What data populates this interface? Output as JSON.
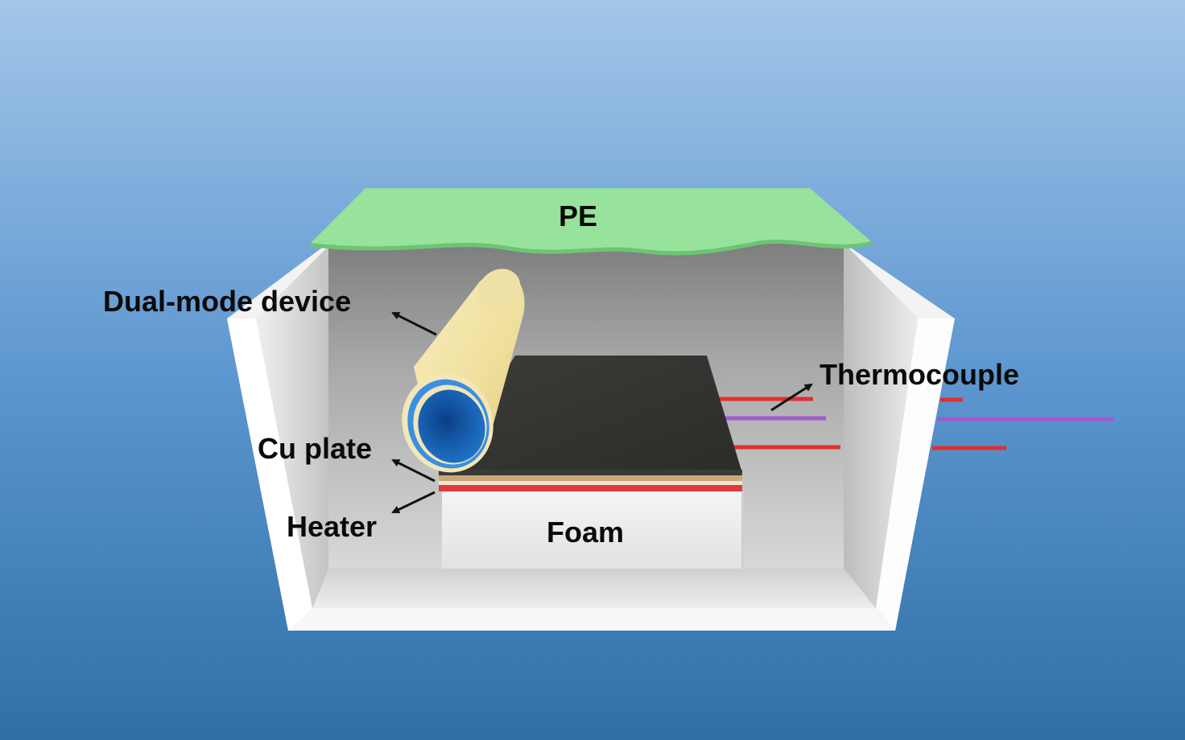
{
  "labels": {
    "pe": "PE",
    "dual_mode_device": "Dual-mode device",
    "cu_plate": "Cu plate",
    "heater": "Heater",
    "foam": "Foam",
    "thermocouple": "Thermocouple"
  },
  "colors": {
    "background_top": "#a3c6e8",
    "background_bottom": "#2f6fa8",
    "box_wall": "#f2f2f2",
    "box_interior": "#c9c9c9",
    "pe_film": "#98e39c",
    "device_shell": "#f1e2a2",
    "device_inner": "#1f6fc4",
    "black_layer": "#3a3b37",
    "cu_plate": "#c9a876",
    "heater": "#e03a3a",
    "foam": "#eeeeee",
    "thermocouple_red": "#e03030",
    "thermocouple_purple": "#a05ad0"
  }
}
